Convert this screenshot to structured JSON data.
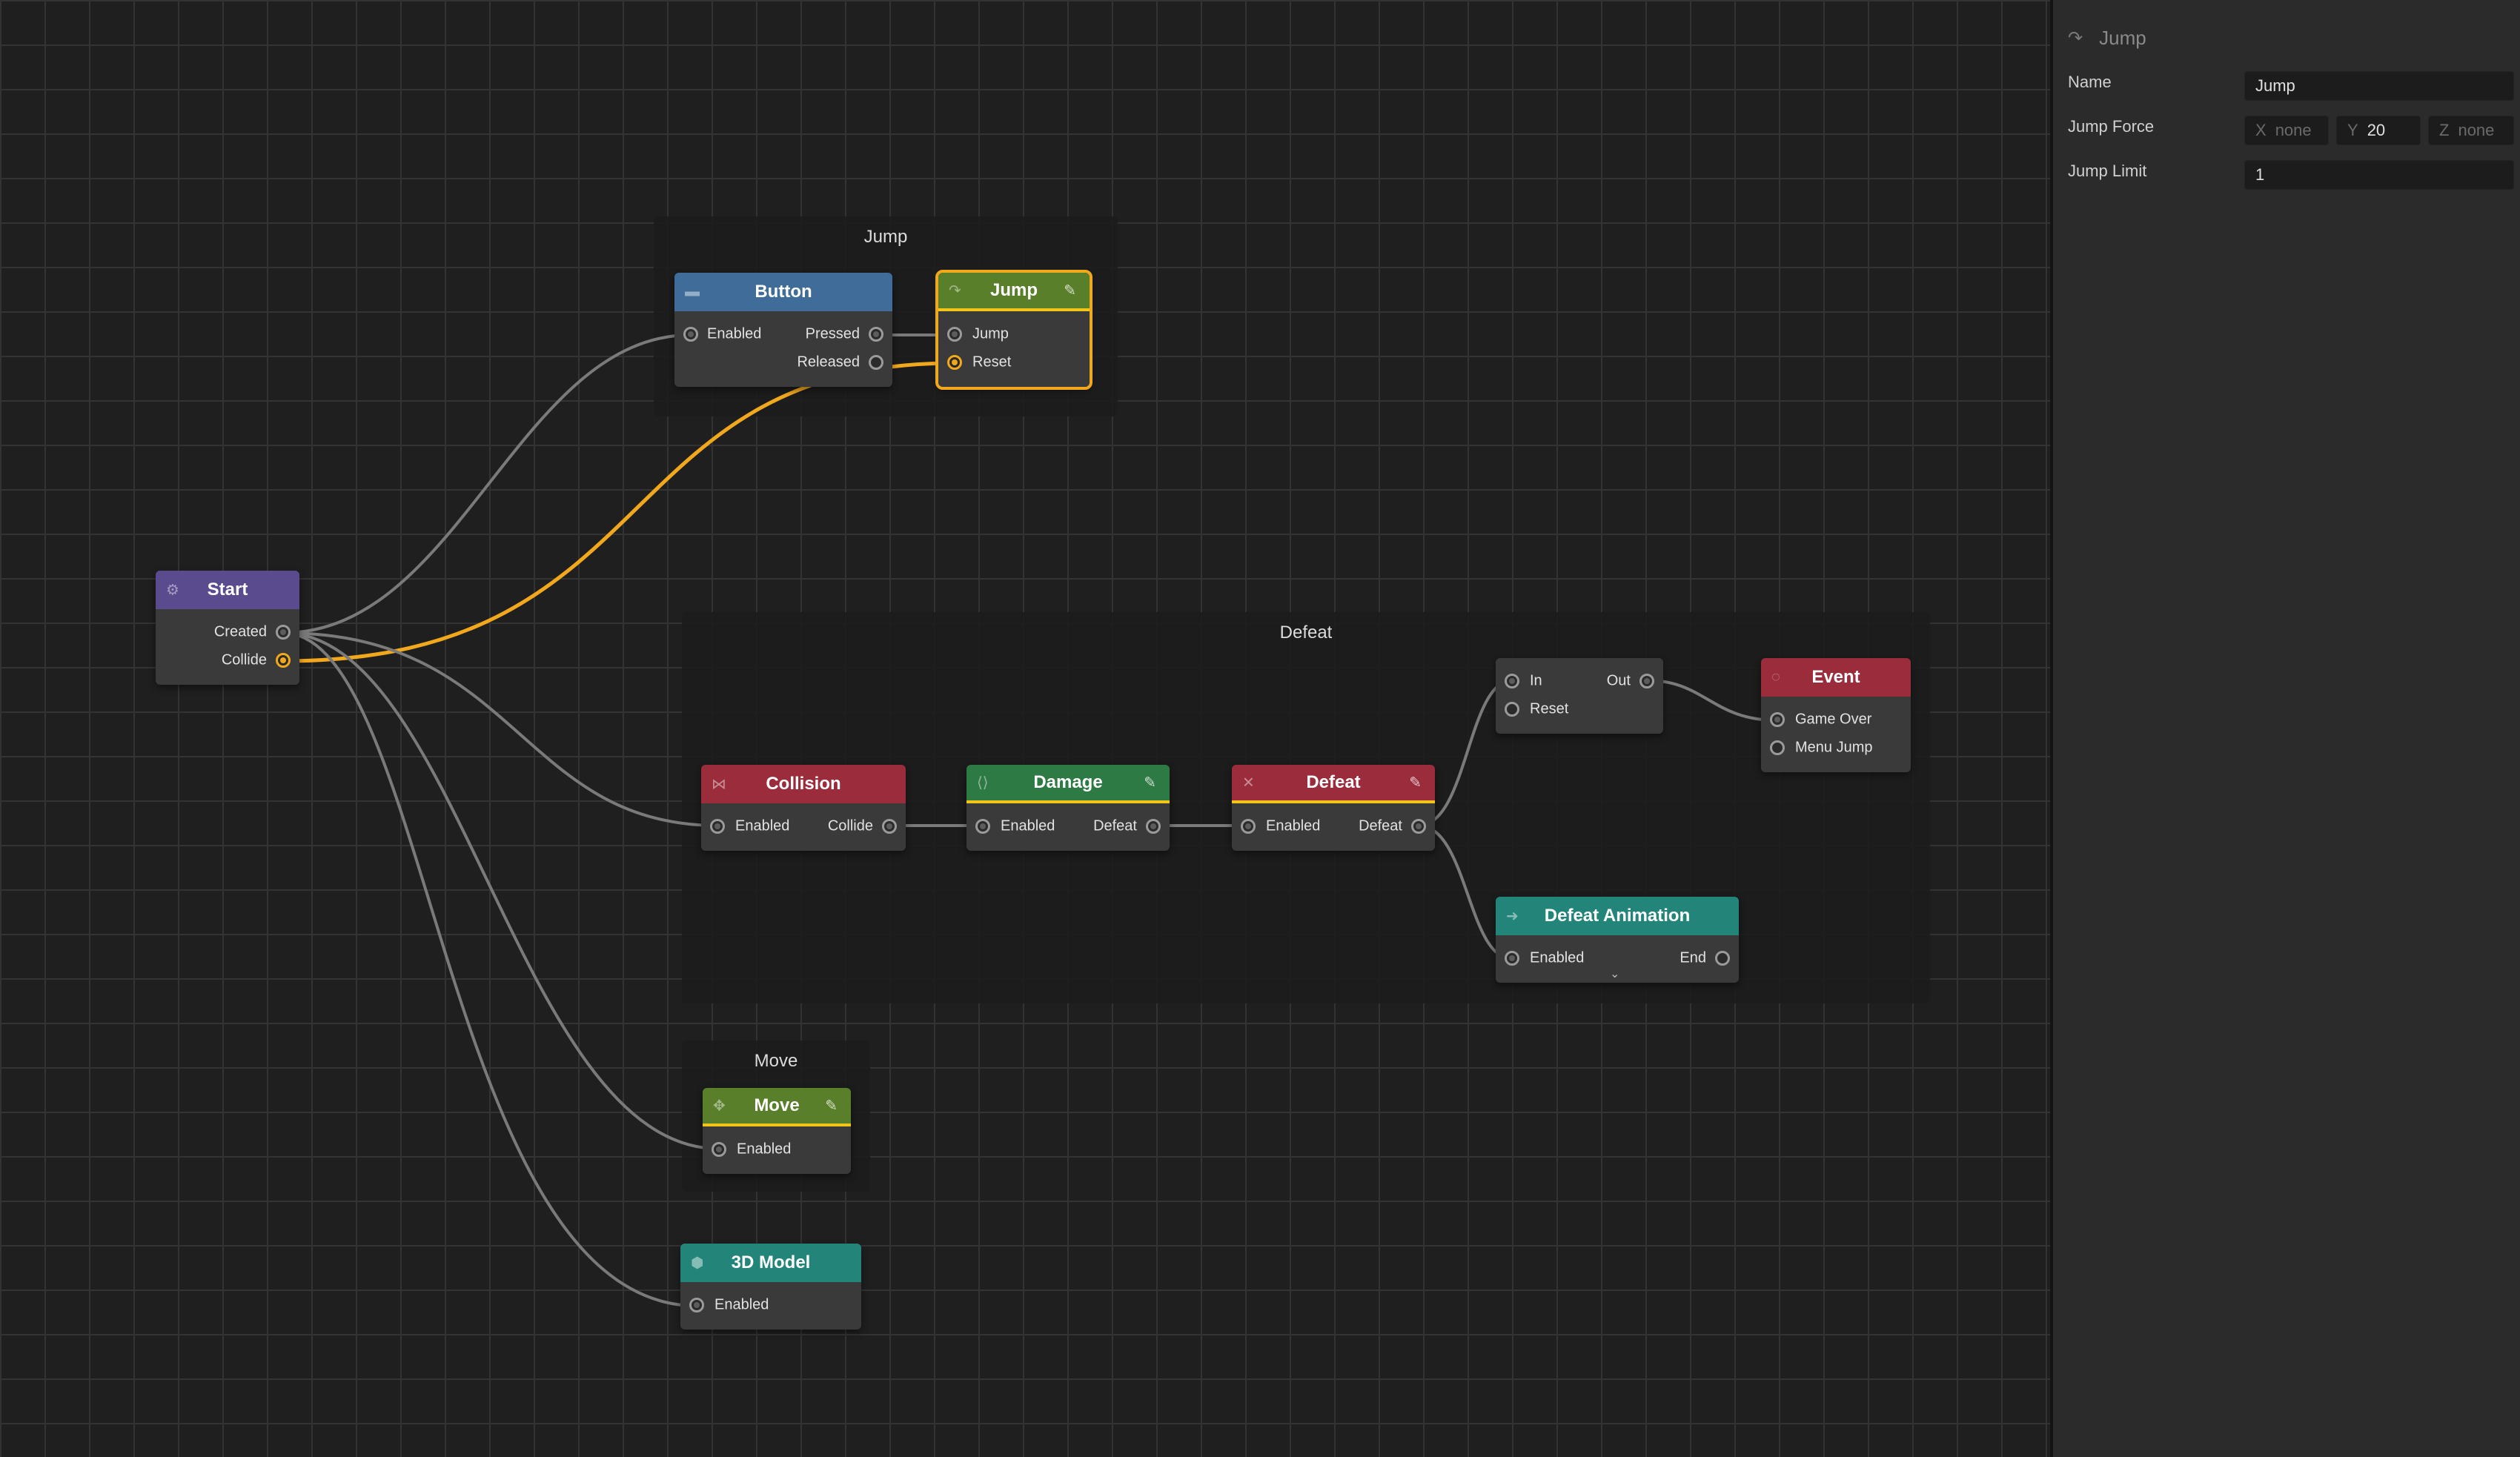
{
  "groups": {
    "jump": "Jump",
    "defeat": "Defeat",
    "move": "Move"
  },
  "nodes": {
    "start": {
      "title": "Start",
      "ports": {
        "created": "Created",
        "collide": "Collide"
      },
      "color": "#5a4a8e"
    },
    "button": {
      "title": "Button",
      "ports": {
        "enabled": "Enabled",
        "pressed": "Pressed",
        "released": "Released"
      },
      "color": "#3f6c99"
    },
    "jump": {
      "title": "Jump",
      "ports": {
        "jump": "Jump",
        "reset": "Reset"
      },
      "color": "#5a7f2a"
    },
    "collision": {
      "title": "Collision",
      "ports": {
        "enabled": "Enabled",
        "collide": "Collide"
      },
      "color": "#9a2c3c"
    },
    "damage": {
      "title": "Damage",
      "ports": {
        "enabled": "Enabled",
        "defeat": "Defeat"
      },
      "color": "#2e7a44"
    },
    "defeat": {
      "title": "Defeat",
      "ports": {
        "enabled": "Enabled",
        "defeat": "Defeat"
      },
      "color": "#9a2c3c"
    },
    "gate": {
      "ports": {
        "in": "In",
        "out": "Out",
        "reset": "Reset"
      }
    },
    "event": {
      "title": "Event",
      "ports": {
        "game_over": "Game Over",
        "menu_jump": "Menu Jump"
      },
      "color": "#9a2c3c"
    },
    "defeat_animation": {
      "title": "Defeat Animation",
      "ports": {
        "enabled": "Enabled",
        "end": "End"
      },
      "color": "#23857a"
    },
    "move": {
      "title": "Move",
      "ports": {
        "enabled": "Enabled"
      },
      "color": "#5a7f2a"
    },
    "model3d": {
      "title": "3D Model",
      "ports": {
        "enabled": "Enabled"
      },
      "color": "#23857a"
    }
  },
  "inspector": {
    "title": "Jump",
    "name_label": "Name",
    "name_value": "Jump",
    "jump_force_label": "Jump Force",
    "x_axis": "X",
    "x_value": "none",
    "y_axis": "Y",
    "y_value": "20",
    "z_axis": "Z",
    "z_value": "none",
    "jump_limit_label": "Jump Limit",
    "jump_limit_value": "1"
  },
  "colors": {
    "selection": "#f2a81d",
    "active_wire": "#f2a81d",
    "wire": "#7a7a7a",
    "underline": "#f0c419"
  },
  "icons": {
    "start": "gear-icon",
    "button": "button-icon",
    "jump": "jump-arrow-icon",
    "collision": "collision-icon",
    "damage": "damage-icon",
    "defeat": "defeat-icon",
    "event": "event-icon",
    "defeat_animation": "play-arrow-icon",
    "move": "move-icon",
    "model3d": "cube-icon",
    "edit": "pencil-icon",
    "expand": "chevron-down-icon"
  }
}
